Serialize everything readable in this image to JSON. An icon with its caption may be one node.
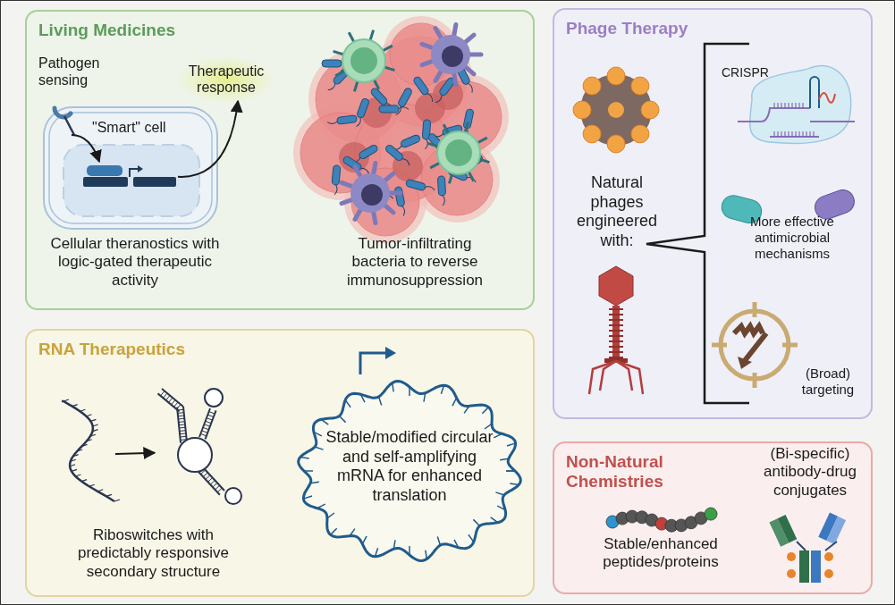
{
  "diagram": {
    "nodes": [
      {
        "text": [
          "Living Medicines"
        ]
      },
      {
        "text": [
          "\"Smart\" cell"
        ],
        "in": 0
      },
      {
        "text": [],
        "shape": "picture",
        "in": 1,
        "beside": [
          "Pathogen sensing"
        ]
      },
      {
        "text": [],
        "shape": "picture",
        "in": 1
      },
      {
        "text": [
          "Therapeutic response"
        ],
        "in": 0
      },
      {
        "text": [
          "Phage Therapy"
        ]
      },
      {
        "text": [
          "RNA Therapeutics"
        ]
      },
      {
        "text": [],
        "shape": "picture",
        "in": 6
      },
      {
        "text": [],
        "shape": "picture",
        "in": 6
      },
      {
        "text": [
          "Stable/modified circular and self-amplifying mRNA for enhanced translation"
        ],
        "in": 6
      },
      {
        "text": [
          "Non-Natural Chemistries"
        ]
      }
    ],
    "edges": [
      {
        "from": 2,
        "to": 3,
        "arrow": "to"
      },
      {
        "from": 3,
        "to": 4,
        "arrow": "to"
      },
      {
        "from": 7,
        "to": 8,
        "arrow": "to"
      }
    ],
    "labels": [
      "Cellular theranostics with logic-gated therapeutic activity",
      "Tumor-infiltrating bacteria to reverse immunosuppression",
      "CRISPR",
      "Natural phages engineered with:",
      "More effective antimicrobial mechanisms",
      "(Broad) targeting",
      "Riboswitches with predictably responsive secondary structure",
      "Stable/enhanced peptides/proteins",
      "(Bi-specific) antibody-drug conjugates"
    ]
  }
}
